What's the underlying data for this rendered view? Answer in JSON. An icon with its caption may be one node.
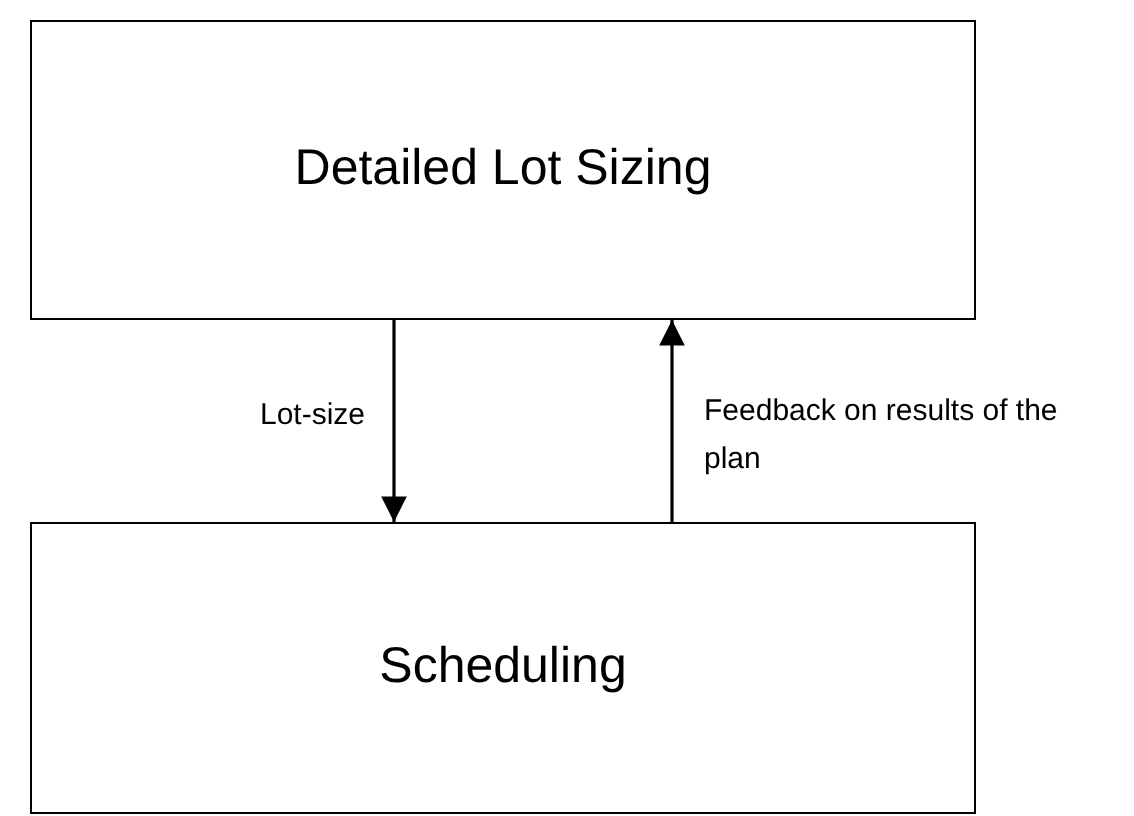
{
  "diagram": {
    "nodes": [
      {
        "text": [
          "Detailed Lot Sizing"
        ]
      },
      {
        "text": [
          "Scheduling"
        ]
      }
    ],
    "edges": [
      {
        "from": 0,
        "to": 1,
        "arrow": "to",
        "label": "Lot-size"
      },
      {
        "from": 1,
        "to": 0,
        "arrow": "to",
        "label": "Feedback on results of the plan"
      }
    ]
  }
}
